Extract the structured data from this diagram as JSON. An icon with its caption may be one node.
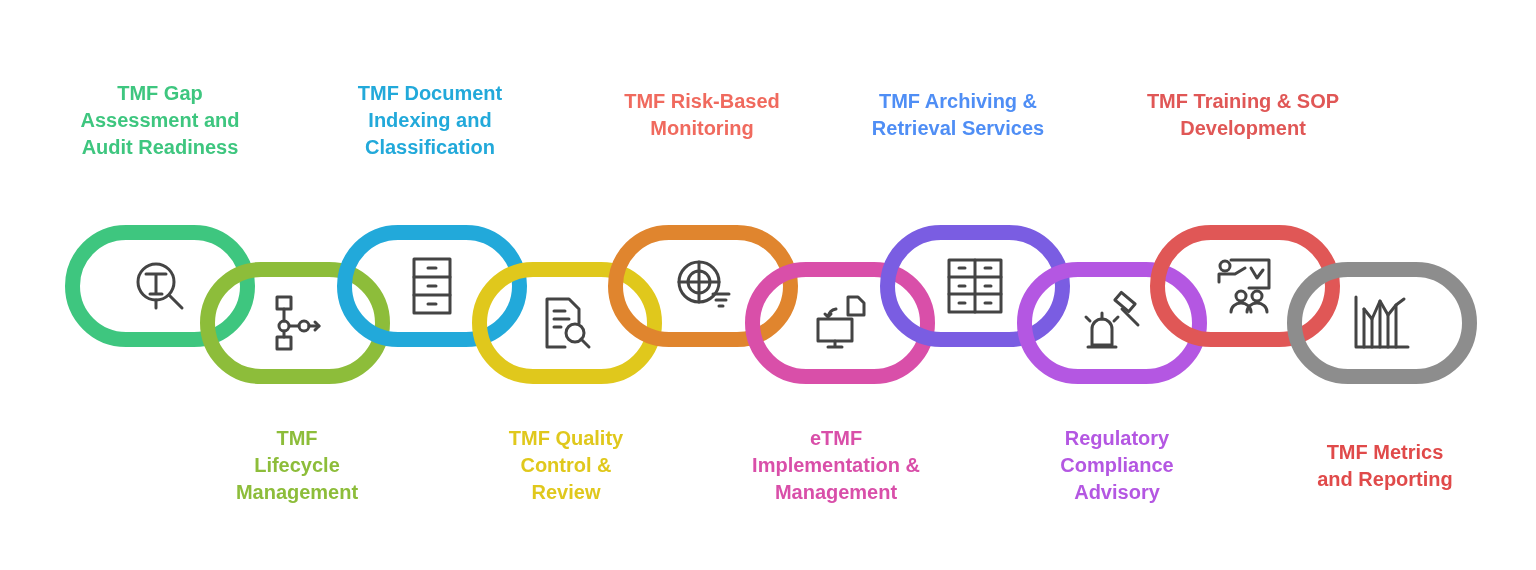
{
  "diagram": {
    "nodes": [
      {
        "text": [
          "TMF Gap Assessment and Audit Readiness"
        ]
      },
      {
        "text": [
          "TMF Lifecycle Management"
        ]
      },
      {
        "text": [
          "TMF Document Indexing and Classification"
        ]
      },
      {
        "text": [
          "TMF Quality Control & Review"
        ]
      },
      {
        "text": [
          "TMF Risk-Based Monitoring"
        ]
      },
      {
        "text": [
          "eTMF Implementation & Management"
        ]
      },
      {
        "text": [
          "TMF Archiving & Retrieval Services"
        ]
      },
      {
        "text": [
          "Regulatory Compliance Advisory"
        ]
      },
      {
        "text": [
          "TMF Training & SOP Development"
        ]
      },
      {
        "text": [
          "TMF Metrics and Reporting"
        ]
      }
    ]
  }
}
